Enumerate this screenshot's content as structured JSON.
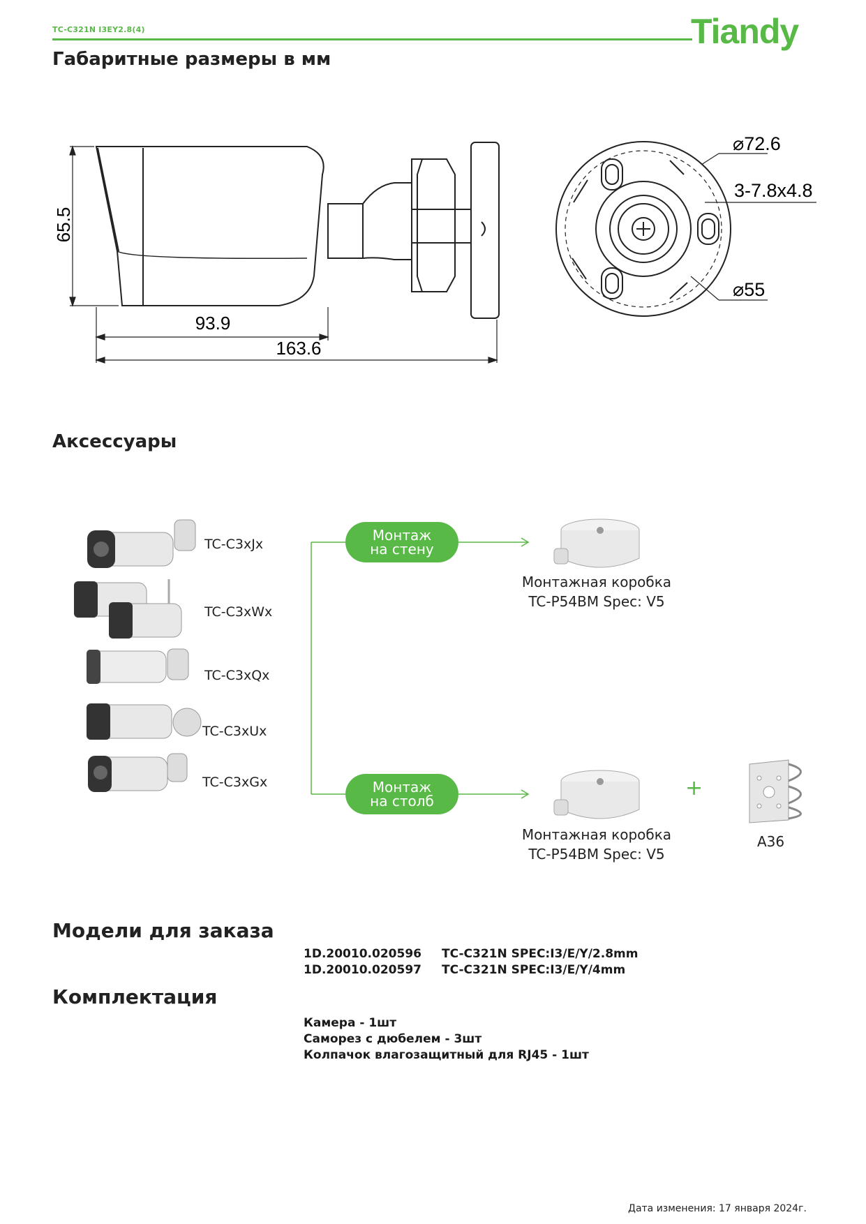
{
  "header": {
    "model_code": "TC-C321N I3EY2.8(4)",
    "brand": "Tiandy"
  },
  "sections": {
    "dimensions_title": "Габаритные размеры в мм",
    "accessories_title": "Аксессуары",
    "order_title": "Модели для заказа",
    "kit_title": "Комплектация"
  },
  "dimensions": {
    "height": "65.5",
    "body_length": "93.9",
    "total_length": "163.6",
    "diameter_outer": "72.6",
    "holes": "3-7.8x4.8",
    "diameter_inner": "55"
  },
  "accessories": {
    "cameras": [
      "TC-C3xJx",
      "TC-C3xWx",
      "TC-C3xQx",
      "TC-C3xUx",
      "TC-C3xGx"
    ],
    "wall_mount": {
      "line1": "Монтаж",
      "line2": "на стену"
    },
    "pole_mount": {
      "line1": "Монтаж",
      "line2": "на столб"
    },
    "box_caption": {
      "line1": "Монтажная коробка",
      "line2": "TC-P54BM Spec: V5"
    },
    "box_caption_2": {
      "line1": "Монтажная коробка",
      "line2": "TC-P54BM Spec: V5"
    },
    "bracket_label": "A36",
    "plus_sign": "+"
  },
  "order_models": [
    {
      "code": "1D.20010.020596",
      "name": "TC-C321N SPEC:I3/E/Y/2.8mm"
    },
    {
      "code": "1D.20010.020597",
      "name": "TC-C321N SPEC:I3/E/Y/4mm"
    }
  ],
  "kit": [
    "Камера - 1шт",
    "Саморез с дюбелем - 3шт",
    "Колпачок влагозащитный для RJ45 - 1шт"
  ],
  "footer": {
    "date": "Дата изменения: 17 января 2024г."
  },
  "colors": {
    "accent": "#58b947"
  }
}
